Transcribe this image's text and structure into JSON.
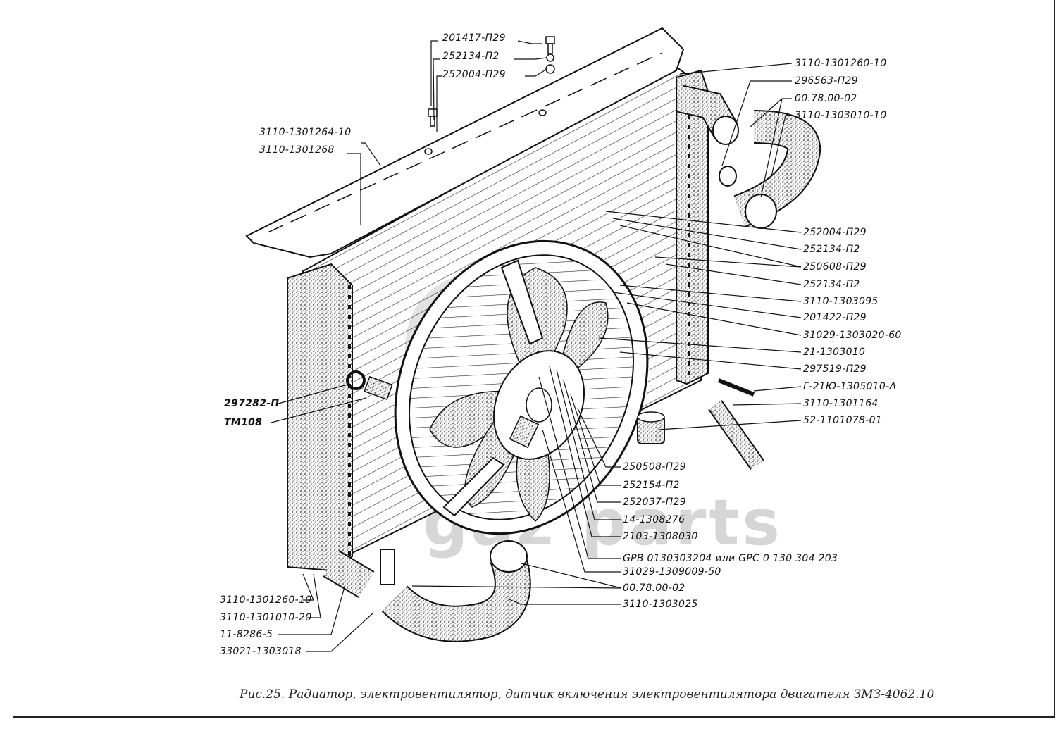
{
  "figure": {
    "caption": "Рис.25. Радиатор, электровентилятор, датчик включения электровентилятора двигателя ЗМЗ-4062.10",
    "watermark": "gaz parts"
  },
  "labels": {
    "top": [
      "201417-П29",
      "252134-П2",
      "252004-П29"
    ],
    "left_top": [
      "3110-1301264-10",
      "3110-1301268"
    ],
    "right_top": [
      "3110-1301260-10",
      "296563-П29",
      "00.78.00-02",
      "3110-1303010-10"
    ],
    "right_middle": [
      "252004-П29",
      "252134-П2",
      "250608-П29",
      "252134-П2",
      "3110-1303095",
      "201422-П29",
      "31029-1303020-60",
      "21-1303010",
      "297519-П29",
      "Г-21Ю-1305010-А",
      "3110-1301164",
      "52-1101078-01"
    ],
    "left_middle": [
      "297282-П",
      "ТМ108"
    ],
    "center_bottom": [
      "250508-П29",
      "252154-П2",
      "252037-П29",
      "14-1308276",
      "2103-1308030",
      "GPB 0130303204 или GPC 0 130 304 203",
      "31029-1309009-50",
      "00.78.00-02",
      "3110-1303025"
    ],
    "left_bottom": [
      "3110-1301260-10",
      "3110-1301010-20",
      "11-8286-5",
      "33021-1303018"
    ]
  }
}
